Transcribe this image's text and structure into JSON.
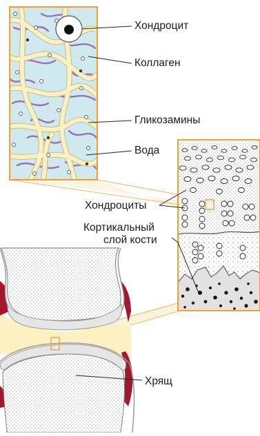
{
  "labels": {
    "chondrocyte": "Хондроцит",
    "collagen": "Коллаген",
    "glycosamines": "Гликозамины",
    "water": "Вода",
    "chondrocytes": "Хондроциты",
    "cortical_line1": "Кортикальный",
    "cortical_line2": "слой кости",
    "cartilage": "Хрящ"
  },
  "colors": {
    "matrix_fill": "#cfe9ef",
    "frame": "#f0a030",
    "collagen_fill": "#fbf1c2",
    "collagen_stroke": "#c9b98a",
    "glycosamine": "#9a6fb4",
    "joint_space": "#fbf1c2",
    "capsule": "#a3182f",
    "bone_edge": "#9a9a9a",
    "cartilage_edge": "#d4d4d4"
  },
  "icons": {
    "chondrocyte_cell": "circle-with-nucleus",
    "water_molecule": "small-circle",
    "zoom_marker": "orange-square"
  }
}
